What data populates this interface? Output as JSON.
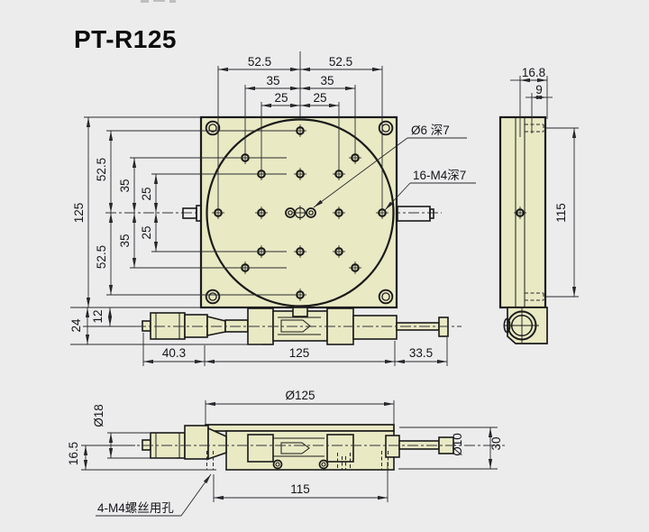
{
  "title": "PT-R125",
  "colors": {
    "background": "#ececec",
    "body_fill": "#e9e9c4",
    "line": "#1a1a1a"
  },
  "plan": {
    "dim_x_52_l": "52.5",
    "dim_x_52_r": "52.5",
    "dim_x_35_l": "35",
    "dim_x_35_r": "35",
    "dim_x_25_l": "25",
    "dim_x_25_r": "25",
    "dim_y_125": "125",
    "dim_y_52_t": "52.5",
    "dim_y_52_b": "52.5",
    "dim_y_35_t": "35",
    "dim_y_35_b": "35",
    "dim_y_25_t": "25",
    "dim_y_25_b": "25",
    "dim_24": "24",
    "dim_12": "12",
    "dim_40_3": "40.3",
    "dim_125_w": "125",
    "dim_33_5": "33.5",
    "callout_center": "Ø6 深7",
    "callout_threads": "16-M4深7"
  },
  "side": {
    "dim_16_8": "16.8",
    "dim_9": "9",
    "dim_115": "115"
  },
  "bottom": {
    "dim_d125": "Ø125",
    "dim_115": "115",
    "dim_d18": "Ø18",
    "dim_16_5": "16.5",
    "dim_30": "30",
    "dim_d10": "Ø10",
    "callout_m4": "4-M4螺丝用孔"
  }
}
